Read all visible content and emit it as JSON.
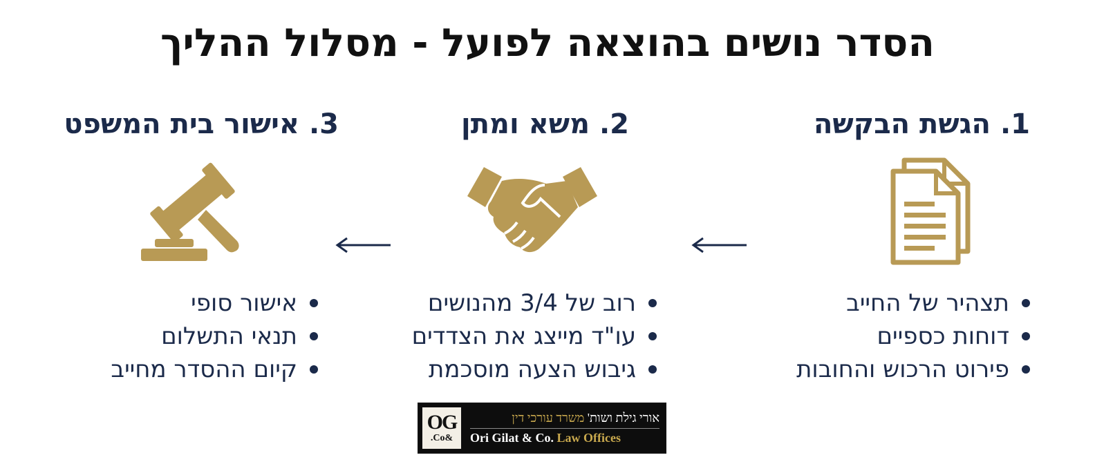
{
  "title": "הסדר נושים בהוצאה לפועל - מסלול ההליך",
  "colors": {
    "title": "#111111",
    "navy": "#1b2a4a",
    "gold": "#b89a55",
    "logo_bg": "#0d0d0d"
  },
  "steps": [
    {
      "title": "1. הגשת הבקשה",
      "icon": "documents-icon",
      "bullets": [
        "תצהיר של החייב",
        "דוחות כספיים",
        "פירוט הרכוש והחובות"
      ]
    },
    {
      "title": "2. משא ומתן",
      "icon": "handshake-icon",
      "bullets": [
        "רוב של 3/4 מהנושים",
        "עו\"ד מייצג את הצדדים",
        "גיבוש הצעה מוסכמת"
      ]
    },
    {
      "title": "3. אישור בית המשפט",
      "icon": "gavel-icon",
      "bullets": [
        "אישור סופי",
        "תנאי התשלום",
        "קיום ההסדר מחייב"
      ]
    }
  ],
  "arrows": [
    "arrow-left-icon",
    "arrow-left-icon"
  ],
  "logo": {
    "mark_top": "OG",
    "mark_bottom": "&Co.",
    "hebrew_main": "אורי גילת ושות'",
    "hebrew_accent": "משרד עורכי דין",
    "english_main": "Ori Gilat & Co.",
    "english_accent": "Law Offices"
  }
}
